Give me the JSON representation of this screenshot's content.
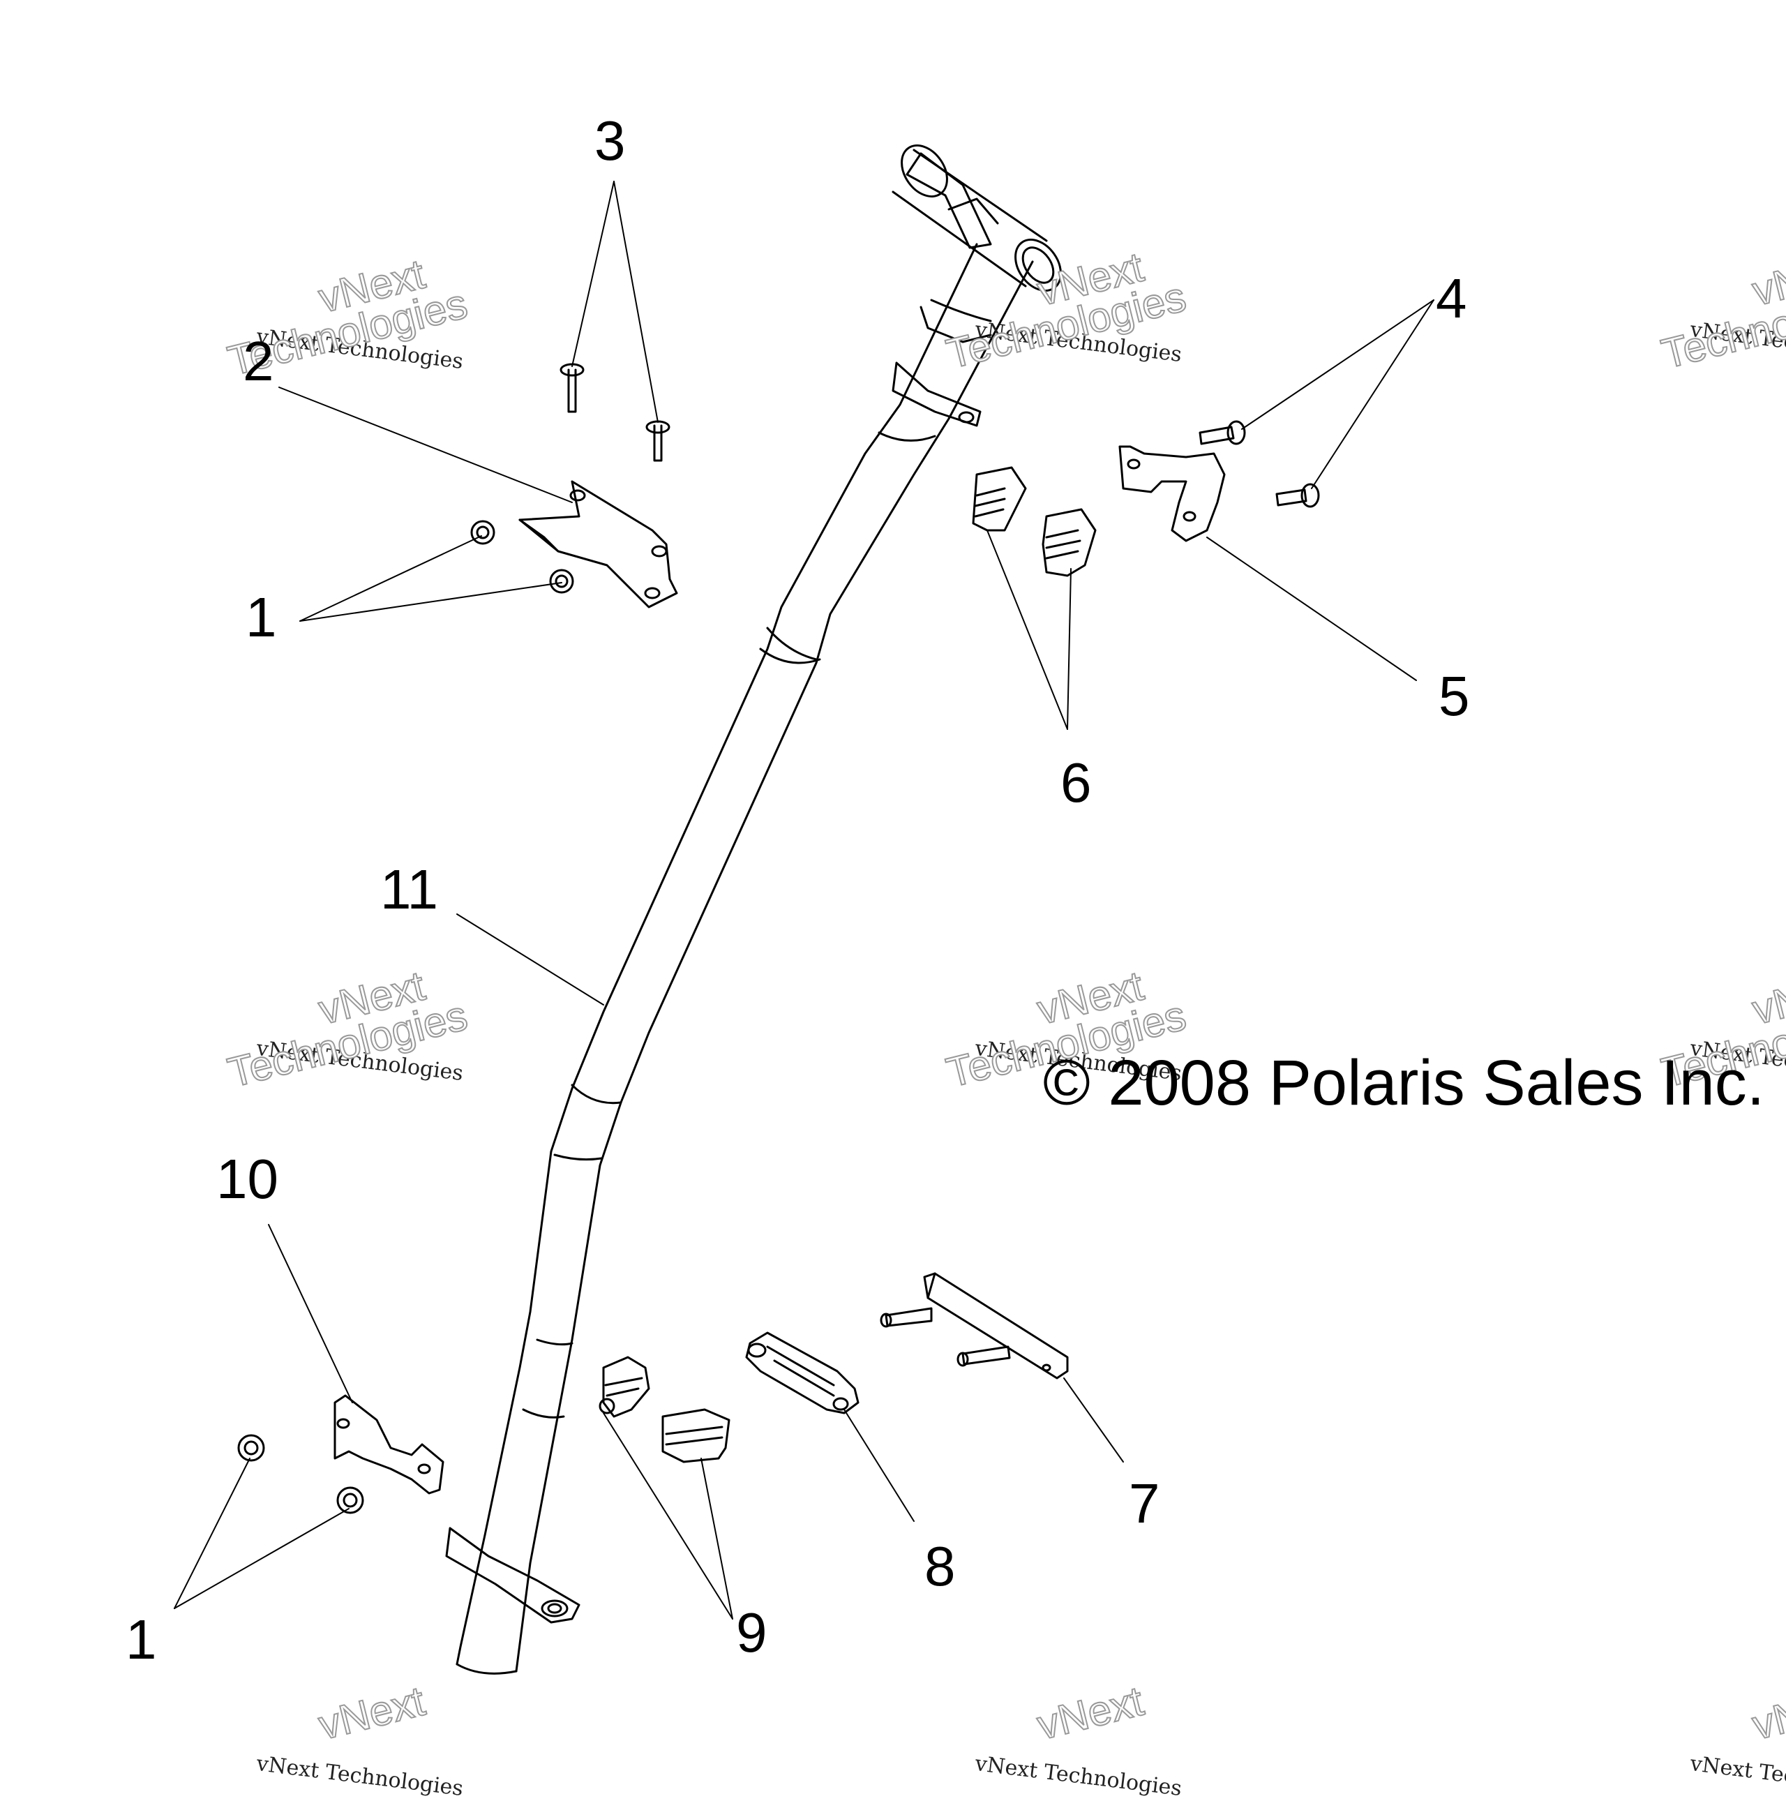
{
  "callouts": {
    "c1a": "1",
    "c1b": "1",
    "c2": "2",
    "c3": "3",
    "c4": "4",
    "c5": "5",
    "c6": "6",
    "c7": "7",
    "c8": "8",
    "c9": "9",
    "c10": "10",
    "c11": "11"
  },
  "copyright": "© 2008 Polaris Sales Inc.",
  "watermark": {
    "line1": "vNext Technologies",
    "line2": "vNext",
    "line3": "Technologies"
  }
}
